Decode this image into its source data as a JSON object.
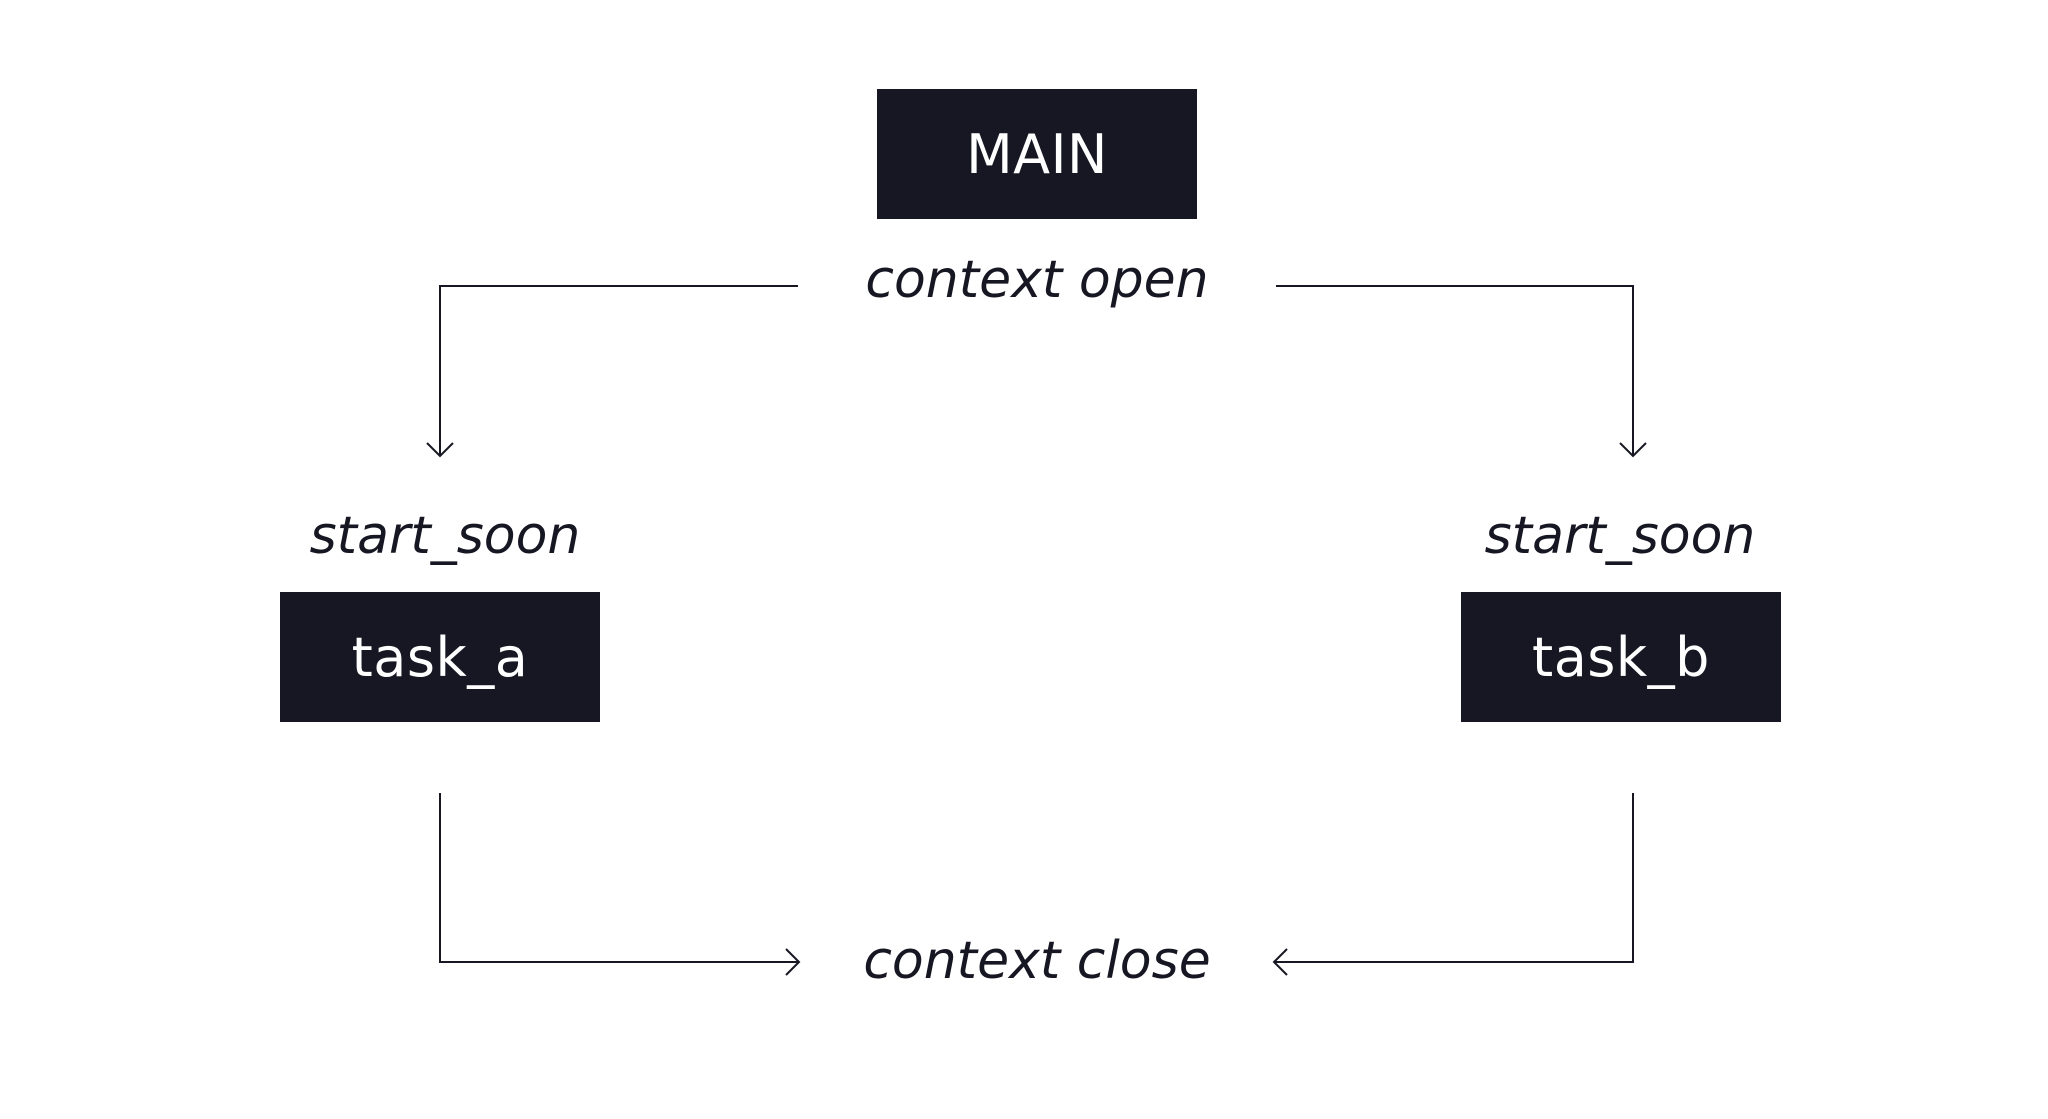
{
  "nodes": {
    "main": "MAIN",
    "task_a": "task_a",
    "task_b": "task_b"
  },
  "labels": {
    "context_open": "context open",
    "context_close": "context close",
    "start_soon_a": "start_soon",
    "start_soon_b": "start_soon"
  },
  "colors": {
    "box_fill": "#161722",
    "box_text": "#ffffff",
    "line": "#161722"
  }
}
